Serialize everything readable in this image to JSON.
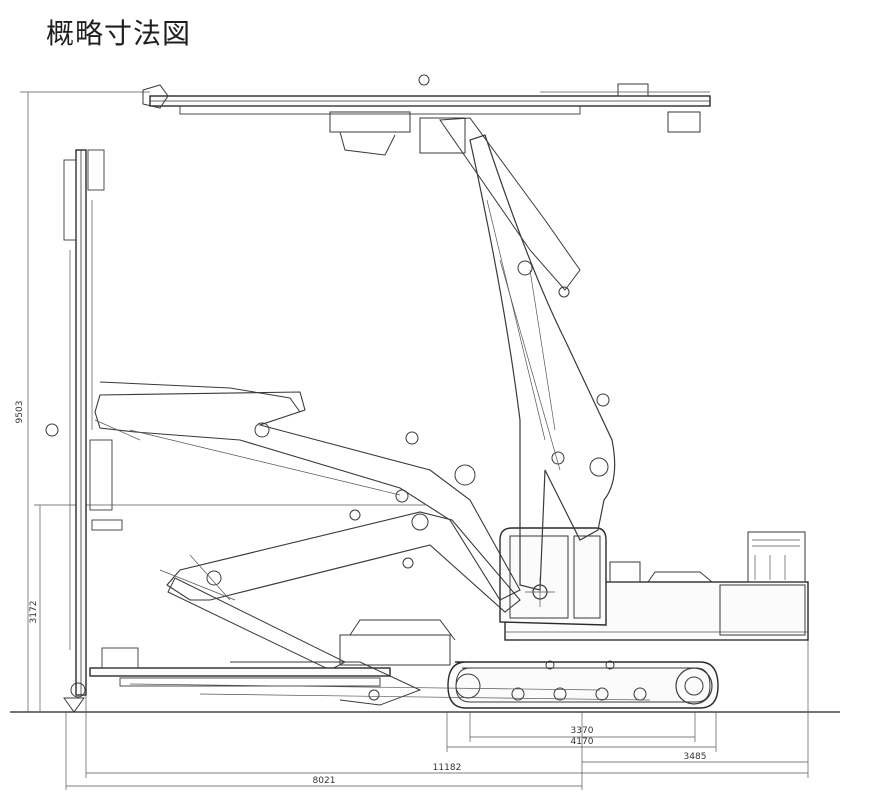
{
  "title": "概略寸法図",
  "dimensions": {
    "height_total": "9503",
    "height_lower": "3172",
    "track_inner": "3370",
    "track_outer": "4170",
    "rear_offset": "3485",
    "total_length": "11182",
    "boom_reach": "8021"
  }
}
